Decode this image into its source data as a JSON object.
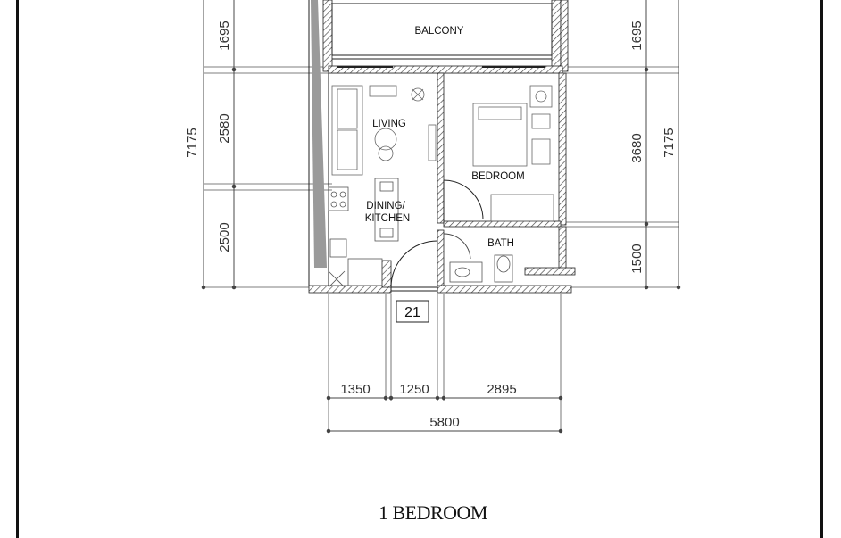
{
  "plan": {
    "title": "1 BEDROOM",
    "unit_number": "21",
    "rooms": {
      "balcony": "BALCONY",
      "living": "LIVING",
      "bedroom": "BEDROOM",
      "dining_line1": "DINING/",
      "dining_line2": "KITCHEN",
      "bath": "BATH"
    },
    "dimensions": {
      "left_balcony": "1695",
      "left_living": "2580",
      "left_kitchen": "2500",
      "left_total": "7175",
      "right_balcony": "1695",
      "right_bedroom": "3680",
      "right_bath": "1500",
      "right_total": "7175",
      "bottom_a": "1350",
      "bottom_b": "1250",
      "bottom_c": "2895",
      "bottom_total": "5800"
    }
  }
}
